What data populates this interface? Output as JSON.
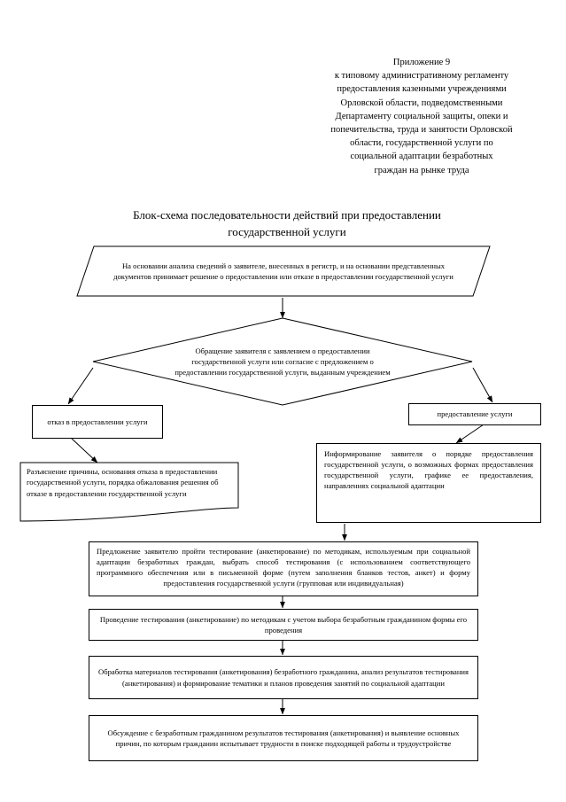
{
  "header": {
    "appendix_title": "Приложение 9",
    "lines": [
      "к типовому административному регламенту",
      "предоставления казенными учреждениями",
      "Орловской области, подведомственными",
      "Департаменту социальной защиты, опеки и",
      "попечительства, труда и занятости Орловской",
      "области,  государственной услуги по",
      "социальной адаптации безработных",
      "граждан на рынке труда"
    ]
  },
  "title": {
    "line1": "Блок-схема последовательности действий при предоставлении",
    "line2": "государственной услуги"
  },
  "nodes": {
    "decision_basis": "На основании анализа сведений о заявителе, внесенных в регистр, и на основании представленных документов принимает решение о предоставлении или отказе в предоставлении государственной услуги",
    "application": "Обращение заявителя с заявлением о предоставлении государственной услуги или согласие с предложением о предоставлении государственной услуги, выданным учреждением",
    "refusal": "отказ в предоставлении услуги",
    "provision": "предоставление услуги",
    "explanation": "Разъяснение  причины, основания отказа в предоставлении государственной услуги, порядка обжалования решения об отказе в предоставлении государственной услуги",
    "informing": "Информирование заявителя о порядке предоставления государственной услуги, о возможных формах предоставления государственной услуги, графике ее предоставления, направлениях социальной адаптации",
    "offer_testing": "Предложение заявителю пройти тестирование (анкетирование) по методикам, используемым при социальной адаптации безработных граждан, выбрать способ тестирования (с использованием соответствующего программного обеспечения или в письменной форме (путем заполнения бланков тестов, анкет) и форму предоставления государственной услуги  (групповая или индивидуальная)",
    "conduct_testing": "Проведение тестирования (анкетирование) по методикам с учетом выбора безработным гражданином формы его проведения",
    "process_materials": "Обработка материалов тестирования (анкетирования) безработного гражданина, анализ результатов тестирования (анкетирования) и формирование тематики и планов проведения занятий по социальной адаптации",
    "discussion": "Обсуждение с безработным гражданином результатов тестирования (анкетирования) и выявление основных причин, по которым гражданин испытывает трудности в поиске подходящей работы и трудоустройстве"
  },
  "style": {
    "line_color": "#000000",
    "background": "#ffffff"
  }
}
